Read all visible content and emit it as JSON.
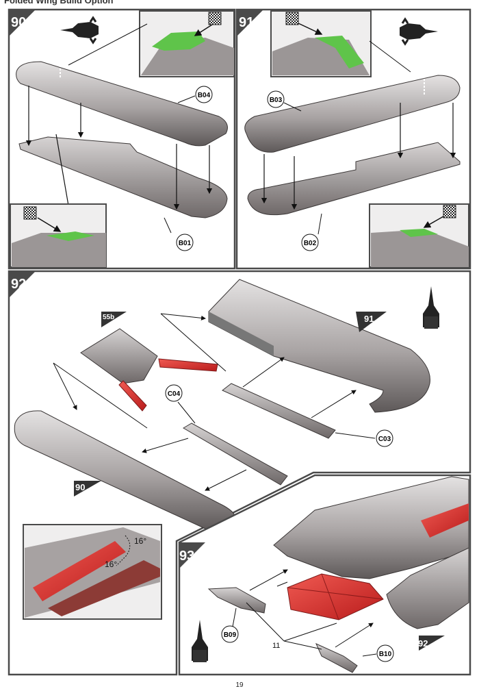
{
  "header": {
    "title": "Folded Wing Build Option"
  },
  "page_number": "19",
  "steps": [
    {
      "number": "90",
      "parts": [
        "B04",
        "B01"
      ]
    },
    {
      "number": "91",
      "parts": [
        "B03",
        "B02"
      ]
    },
    {
      "number": "92",
      "parts": [
        "55b",
        "C04",
        "C03"
      ],
      "refs": [
        "91",
        "90"
      ],
      "angles": [
        "16°",
        "16°"
      ]
    },
    {
      "number": "93",
      "parts": [
        "B09",
        "B10"
      ],
      "paint_code": "11",
      "refs": [
        "92"
      ]
    }
  ],
  "colors": {
    "glue": "#5fc44a",
    "red_paint": "#d9302c",
    "frame": "#4a4a4a",
    "metal": "#9a9494"
  },
  "icons": [
    "aircraft-top-view-icon",
    "aircraft-front-view-icon",
    "glue-icon"
  ]
}
